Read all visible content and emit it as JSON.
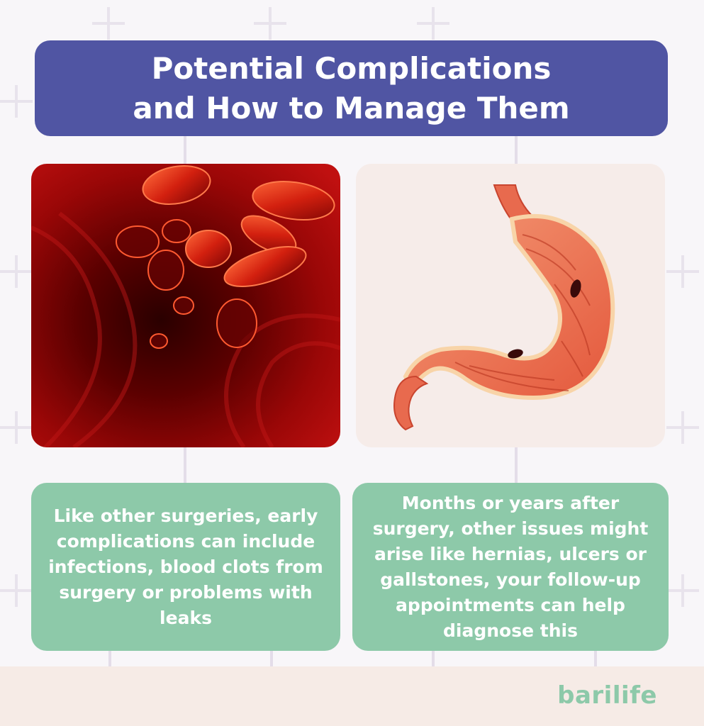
{
  "title": {
    "line1": "Potential Complications",
    "line2": "and How to Manage Them"
  },
  "cards": [
    {
      "image": "blood-cells-in-vessel",
      "text": "Like other surgeries, early complications can include infections, blood clots from surgery or problems with leaks"
    },
    {
      "image": "stomach-with-ulcers",
      "text": "Months or years after surgery, other issues might arise like hernias, ulcers or gallstones, your follow-up appointments can help diagnose this"
    }
  ],
  "brand": {
    "name": "barilife",
    "color": "#8dc9a9"
  },
  "colors": {
    "title_bg": "#5055a3",
    "text_card_bg": "#8dc9a9",
    "footer_bg": "#f6ebe6"
  }
}
